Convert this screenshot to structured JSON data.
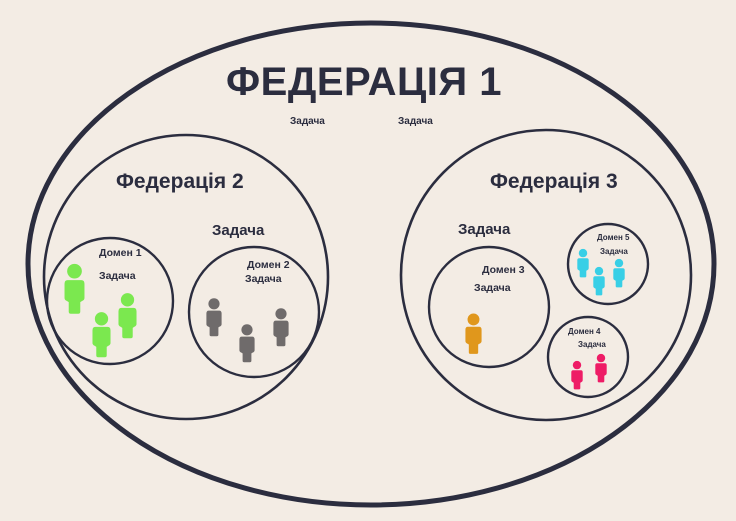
{
  "title": "ФЕДЕРАЦІЯ 1",
  "colors": {
    "background": "#f3ece4",
    "ink": "#2b2d3f",
    "domain1_people": "#7be84f",
    "domain2_people": "#6f6b6b",
    "domain3_people": "#e0971c",
    "domain4_people": "#ee1c66",
    "domain5_people": "#38cfe6"
  },
  "federation1": {
    "label": "ФЕДЕРАЦІЯ 1",
    "tasks": [
      "Задача",
      "Задача"
    ]
  },
  "federation2": {
    "label": "Федерація 2",
    "task": "Задача",
    "domains": [
      {
        "label": "Домен 1",
        "task": "Задача",
        "people_count": 3,
        "people_color": "green",
        "icon": "person-icon"
      },
      {
        "label": "Домен 2",
        "task": "Задача",
        "people_count": 3,
        "people_color": "gray",
        "icon": "person-icon"
      }
    ]
  },
  "federation3": {
    "label": "Федерація 3",
    "task": "Задача",
    "domains": [
      {
        "label": "Домен 3",
        "task": "Задача",
        "people_count": 1,
        "people_color": "orange",
        "icon": "person-icon"
      },
      {
        "label": "Домен 5",
        "task": "Задача",
        "people_count": 3,
        "people_color": "cyan",
        "icon": "person-icon"
      },
      {
        "label": "Домен 4",
        "task": "Задача",
        "people_count": 2,
        "people_color": "pink",
        "icon": "person-icon"
      }
    ]
  }
}
